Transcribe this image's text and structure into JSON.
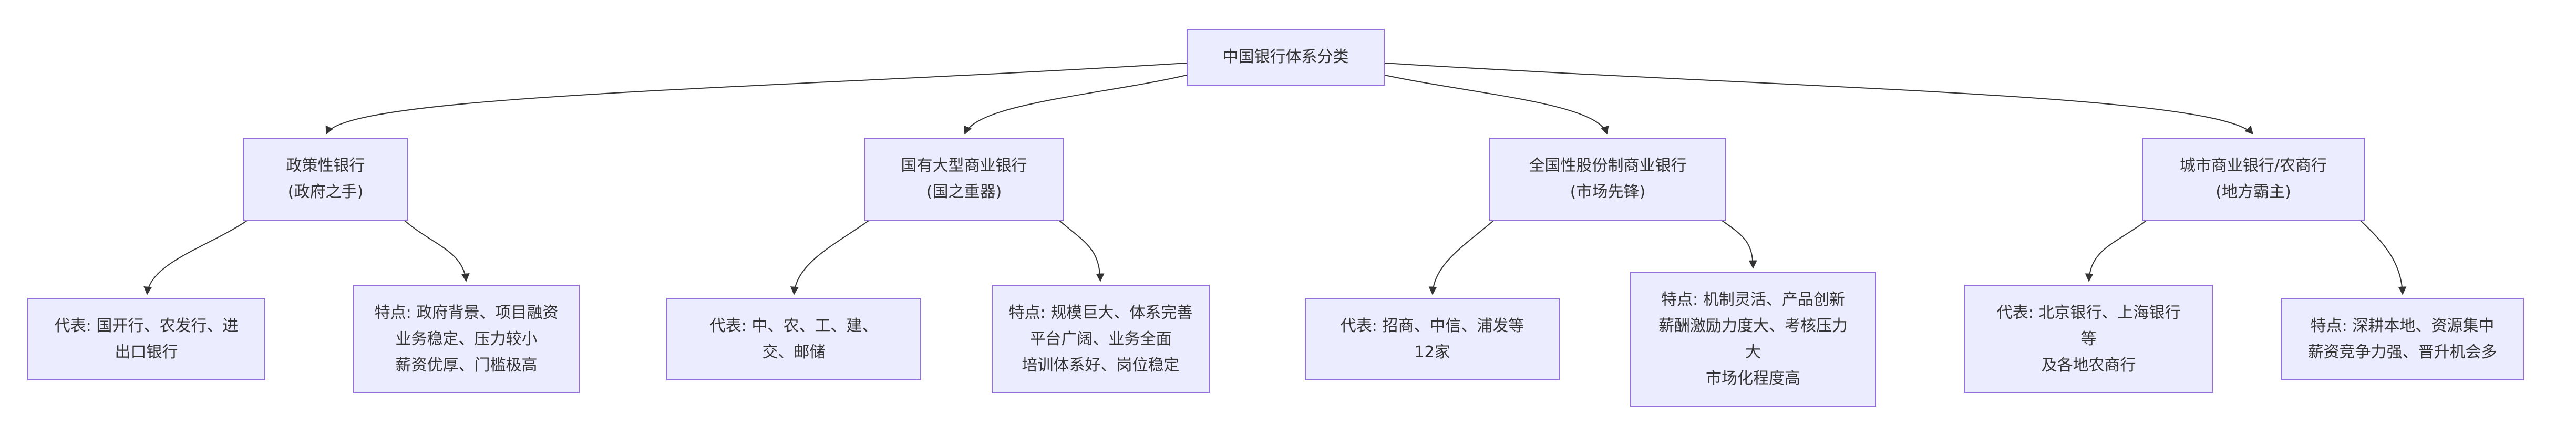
{
  "diagram": {
    "root": {
      "label": "中国银行体系分类"
    },
    "colors": {
      "node_fill": "#ECECFF",
      "node_border": "#9370DB",
      "edge": "#333333",
      "text": "#333333"
    },
    "branches": [
      {
        "label": "政策性银行\n(政府之手)",
        "representatives": "代表: 国开行、农发行、进\n出口银行",
        "features": "特点: 政府背景、项目融资\n业务稳定、压力较小\n薪资优厚、门槛极高"
      },
      {
        "label": "国有大型商业银行\n(国之重器)",
        "representatives": "代表: 中、农、工、建、\n交、邮储",
        "features": "特点: 规模巨大、体系完善\n平台广阔、业务全面\n培训体系好、岗位稳定"
      },
      {
        "label": "全国性股份制商业银行\n(市场先锋)",
        "representatives": "代表: 招商、中信、浦发等\n12家",
        "features": "特点: 机制灵活、产品创新\n薪酬激励力度大、考核压力\n大\n市场化程度高"
      },
      {
        "label": "城市商业银行/农商行\n(地方霸主)",
        "representatives": "代表: 北京银行、上海银行\n等\n及各地农商行",
        "features": "特点: 深耕本地、资源集中\n薪资竞争力强、晋升机会多"
      }
    ]
  }
}
